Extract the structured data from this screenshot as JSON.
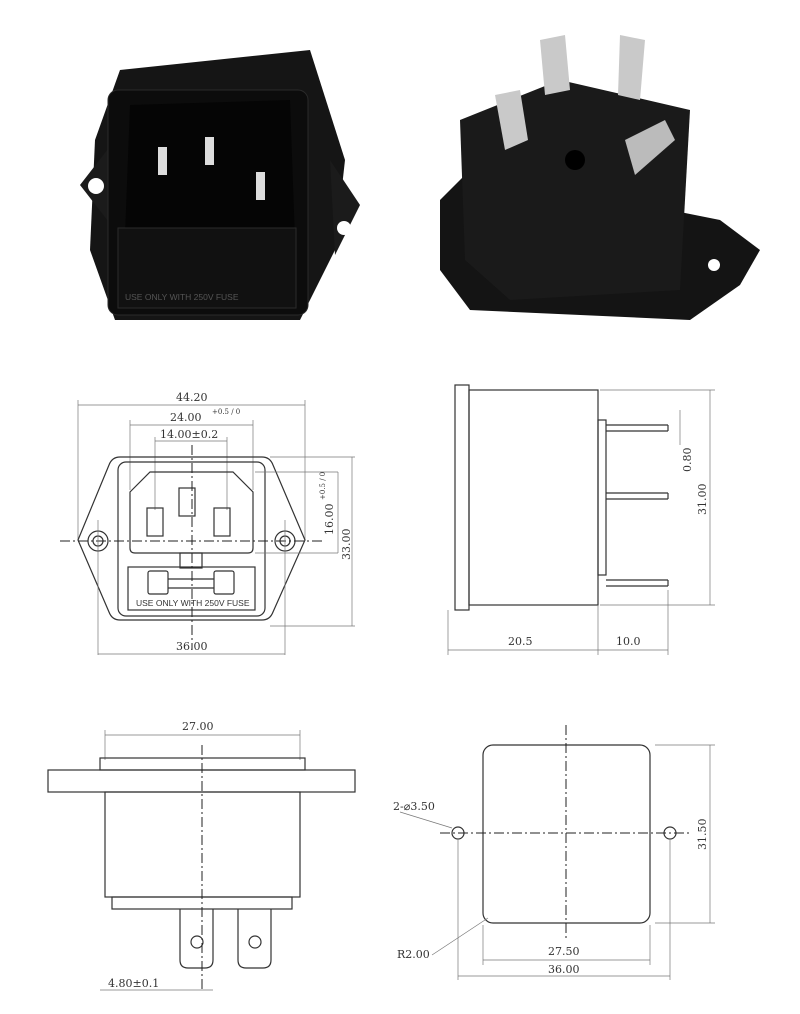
{
  "photos": {
    "front_label": "USE ONLY WITH 250V FUSE"
  },
  "front_view": {
    "width_overall": "44.20",
    "width_inner": "24.00",
    "width_inner_tol": "+0.5 / 0",
    "pin_spacing": "14.00±0.2",
    "height_inner": "16.00",
    "height_inner_tol": "+0.5 / 0",
    "height_overall": "33.00",
    "hole_spacing": "36.00",
    "fuse_label": "USE ONLY WITH 250V FUSE"
  },
  "side_view": {
    "pin_thickness": "0.80",
    "height": "31.00",
    "body_depth": "20.5",
    "pin_length": "10.0"
  },
  "bottom_view": {
    "width": "27.00",
    "tab_width": "4.80±0.1"
  },
  "cutout_view": {
    "hole_dia": "2-⌀3.50",
    "height": "31.50",
    "corner_radius": "R2.00",
    "width_inner": "27.50",
    "width_overall": "36.00"
  }
}
